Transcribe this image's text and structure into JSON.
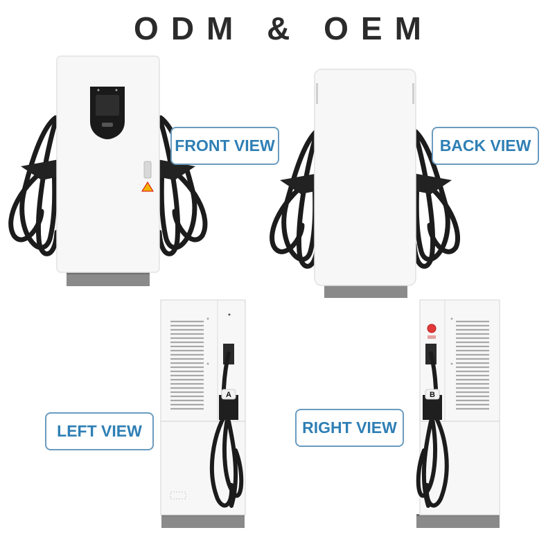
{
  "title": "ODM & OEM",
  "views": {
    "front": {
      "label": "FRONT VIEW"
    },
    "back": {
      "label": "BACK VIEW"
    },
    "left": {
      "label": "LEFT VIEW",
      "connector_letter": "A"
    },
    "right": {
      "label": "RIGHT VIEW",
      "connector_letter": "B"
    }
  },
  "colors": {
    "label_text": "#2f7fb5",
    "label_border": "#6a9bbf",
    "cabinet": "#f6f6f6",
    "cable": "#1c1c1c",
    "base": "#8a8a8a",
    "title": "#2b2b2b"
  }
}
